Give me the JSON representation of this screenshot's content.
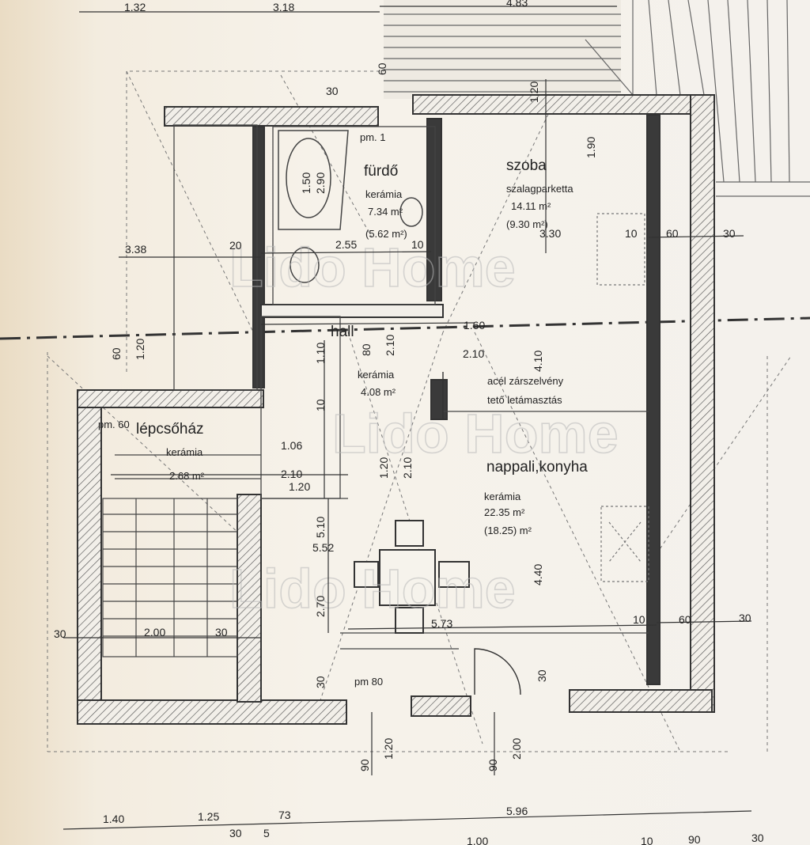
{
  "watermark": "Lido Home",
  "rooms": {
    "furdo": {
      "name": "fürdő",
      "finish": "kerámia",
      "area": "7.34 m²",
      "area_alt": "(5.62 m²)"
    },
    "szoba": {
      "name": "szoba",
      "finish": "szalagparketta",
      "area": "14.11 m²",
      "area_alt": "(9.30 m²)"
    },
    "hall": {
      "name": "hall",
      "finish": "kerámia",
      "area": "4.08 m²"
    },
    "lepcsohaz": {
      "name": "lépcsőház",
      "finish": "kerámia",
      "area": "2.68 m²"
    },
    "nappali": {
      "name": "nappali,konyha",
      "finish": "kerámia",
      "area": "22.35 m²",
      "area_alt": "(18.25) m²"
    }
  },
  "notes": {
    "steel_1": "acél zárszelvény",
    "steel_2": "tető letámasztás"
  },
  "parapets": {
    "pm1": "pm. 1",
    "pm60": "pm. 60",
    "pm80": "pm 80"
  },
  "dims": {
    "d132": "1.32",
    "d318": "3.18",
    "d483": "4.83",
    "d30a": "30",
    "d150": "1.50",
    "d60a": "60",
    "d190": "1.90",
    "d120a": "1.20",
    "d290": "2.90",
    "d338": "3.38",
    "d20": "20",
    "d255": "2.55",
    "d10a": "10",
    "d10b": "10",
    "d60b": "60",
    "d30b": "30",
    "d330": "3.30",
    "d60c": "60",
    "d120b": "1.20",
    "d110": "1.10",
    "d80": "80",
    "d210a": "2.10",
    "d160": "1.60",
    "d210b": "2.10",
    "d410": "4.10",
    "d10c": "10",
    "d106": "1.06",
    "d210c": "2.10",
    "d120c": "1.20",
    "d120d": "1.20",
    "d210d": "2.10",
    "d510": "5.10",
    "d552": "5.52",
    "d270": "2.70",
    "d440": "4.40",
    "d30c": "30",
    "d200": "2.00",
    "d30d": "30",
    "d573": "5.73",
    "d10d": "10",
    "d60d": "60",
    "d30e": "30",
    "d30f": "30",
    "d30g": "30",
    "d90a": "90",
    "d120e": "1.20",
    "d90b": "90",
    "d200b": "2.00",
    "d140": "1.40",
    "d125": "1.25",
    "d73": "73",
    "d596": "5.96",
    "d30h": "30",
    "d5": "5",
    "d100": "1.00",
    "d10e": "10",
    "d90c": "90",
    "d30i": "30"
  }
}
